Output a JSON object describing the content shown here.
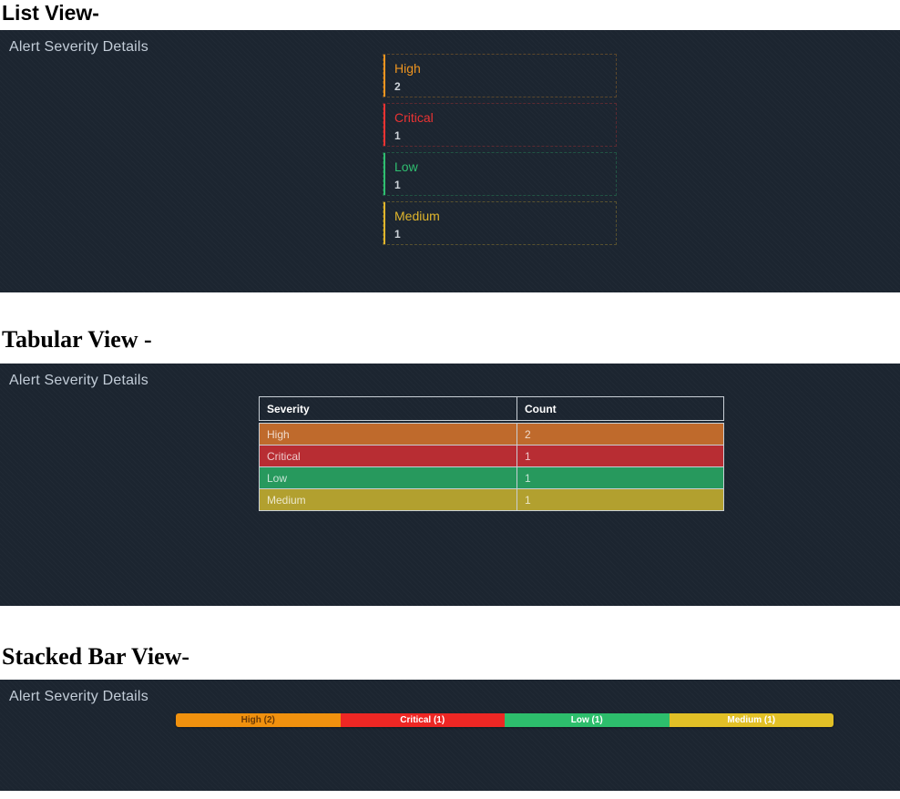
{
  "panel": {
    "bg": "#1c2530",
    "title_color": "#c3cdd8"
  },
  "sections": {
    "list_view": {
      "heading": "List View-",
      "panel_title": "Alert Severity Details",
      "items": [
        {
          "label": "High",
          "count": "2",
          "color": "#ed9420"
        },
        {
          "label": "Critical",
          "count": "1",
          "color": "#ea3333"
        },
        {
          "label": "Low",
          "count": "1",
          "color": "#2fbe70"
        },
        {
          "label": "Medium",
          "count": "1",
          "color": "#e0b52c"
        }
      ]
    },
    "tabular_view": {
      "heading": "Tabular View -",
      "panel_title": "Alert Severity Details",
      "columns": [
        "Severity",
        "Count"
      ],
      "rows": [
        {
          "severity": "High",
          "count": "2",
          "bg": "#bf6a2c"
        },
        {
          "severity": "Critical",
          "count": "1",
          "bg": "#b82d33"
        },
        {
          "severity": "Low",
          "count": "1",
          "bg": "#27995d"
        },
        {
          "severity": "Medium",
          "count": "1",
          "bg": "#b2a02f"
        }
      ]
    },
    "stacked_bar_view": {
      "heading": "Stacked Bar View-",
      "panel_title": "Alert Severity Details",
      "segments": [
        {
          "label": "High (2)",
          "bg": "#f0910e",
          "text_color": "#6b3a05"
        },
        {
          "label": "Critical (1)",
          "bg": "#ee2724",
          "text_color": "#ffffff"
        },
        {
          "label": "Low (1)",
          "bg": "#2dbe6c",
          "text_color": "#ffffff"
        },
        {
          "label": "Medium (1)",
          "bg": "#e2c026",
          "text_color": "#ffffff"
        }
      ]
    }
  },
  "chart_data": {
    "type": "bar",
    "title": "Alert Severity Details",
    "categories": [
      "High",
      "Critical",
      "Low",
      "Medium"
    ],
    "values": [
      2,
      1,
      1,
      1
    ]
  }
}
